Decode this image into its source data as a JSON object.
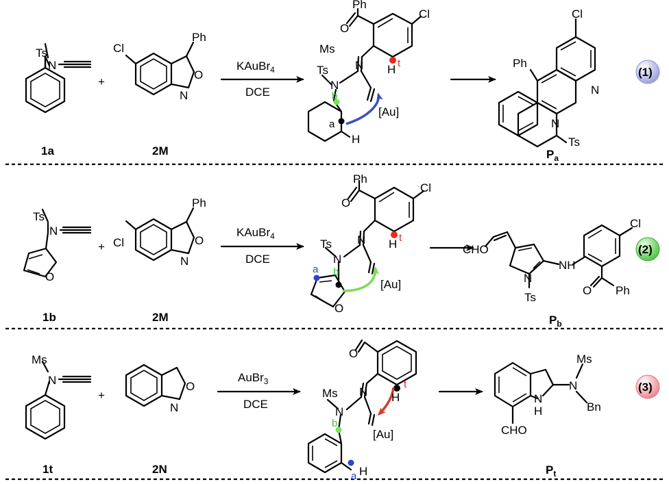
{
  "colors": {
    "blue_ring": "#c9c9ec",
    "blue_ring_center": "#8e8ed0",
    "green_ring": "#8fe08a",
    "pink_ring": "#f3aab0",
    "pink_ring_center": "#e76f7a",
    "green_dot": "#7de05a",
    "red_dot": "#e8291f",
    "blue_label": "#2f44c8",
    "blue_arrow": "#3b4fc0",
    "green_arrow": "#7ed957",
    "red_arrow": "#d63b2b",
    "badge1": "#b4b6ea",
    "badge2": "#7fd86a",
    "badge3": "#f2a0a8"
  },
  "reactions": [
    {
      "alkyne_ts": "Ts",
      "alkyne_n": "N",
      "alkyne_label": "1a",
      "plus": "+",
      "iso_cl": "Cl",
      "iso_ph": "Ph",
      "iso_o": "O",
      "iso_n": "N",
      "iso_label": "2M",
      "reagent": "KAuBr",
      "reagent_sub": "4",
      "solvent": "DCE",
      "int_ph": "Ph",
      "int_o": "O",
      "int_cl": "Cl",
      "int_ms": "Ms",
      "int_n_imine": "N",
      "int_ts": "Ts",
      "int_n": "N",
      "int_h_top": "H",
      "int_h_bot": "H",
      "int_au": "[Au]",
      "site_b": "b",
      "site_a": "a",
      "site_t": "t",
      "prod_cl": "Cl",
      "prod_ph": "Ph",
      "prod_n_ring": "N",
      "prod_n": "N",
      "prod_ts": "Ts",
      "prod_label": "P",
      "prod_sub": "a",
      "equation": "(1)"
    },
    {
      "alkyne_ts": "Ts",
      "alkyne_n": "N",
      "alkyne_o": "O",
      "alkyne_label": "1b",
      "plus": "+",
      "iso_cl": "Cl",
      "iso_ph": "Ph",
      "iso_o": "O",
      "iso_n": "N",
      "iso_label": "2M",
      "reagent": "KAuBr",
      "reagent_sub": "4",
      "solvent": "DCE",
      "int_ph": "Ph",
      "int_o": "O",
      "int_cl": "Cl",
      "int_n_imine": "N",
      "int_ts": "Ts",
      "int_n": "N",
      "int_ring_o": "O",
      "int_h": "H",
      "int_au": "[Au]",
      "site_a": "a",
      "site_b": "b",
      "site_t": "t",
      "prod_cho": "CHO",
      "prod_n": "N",
      "prod_ts": "Ts",
      "prod_nh": "NH",
      "prod_o": "O",
      "prod_ph": "Ph",
      "prod_cl": "Cl",
      "prod_label": "P",
      "prod_sub": "b",
      "equation": "(2)"
    },
    {
      "alkyne_ms": "Ms",
      "alkyne_n": "N",
      "alkyne_label": "1t",
      "plus": "+",
      "iso_o": "O",
      "iso_n": "N",
      "iso_label": "2N",
      "reagent": "AuBr",
      "reagent_sub": "3",
      "solvent": "DCE",
      "int_o": "O",
      "int_n_imine": "N",
      "int_ms": "Ms",
      "int_n": "N",
      "int_h_top": "H",
      "int_h_bot": "H",
      "int_au": "[Au]",
      "site_b": "b",
      "site_a": "a",
      "site_t": "t",
      "prod_ms": "Ms",
      "prod_n": "N",
      "prod_bn": "Bn",
      "prod_nh_n": "N",
      "prod_nh_h": "H",
      "prod_cho": "CHO",
      "prod_label": "P",
      "prod_sub": "t",
      "equation": "(3)"
    }
  ]
}
